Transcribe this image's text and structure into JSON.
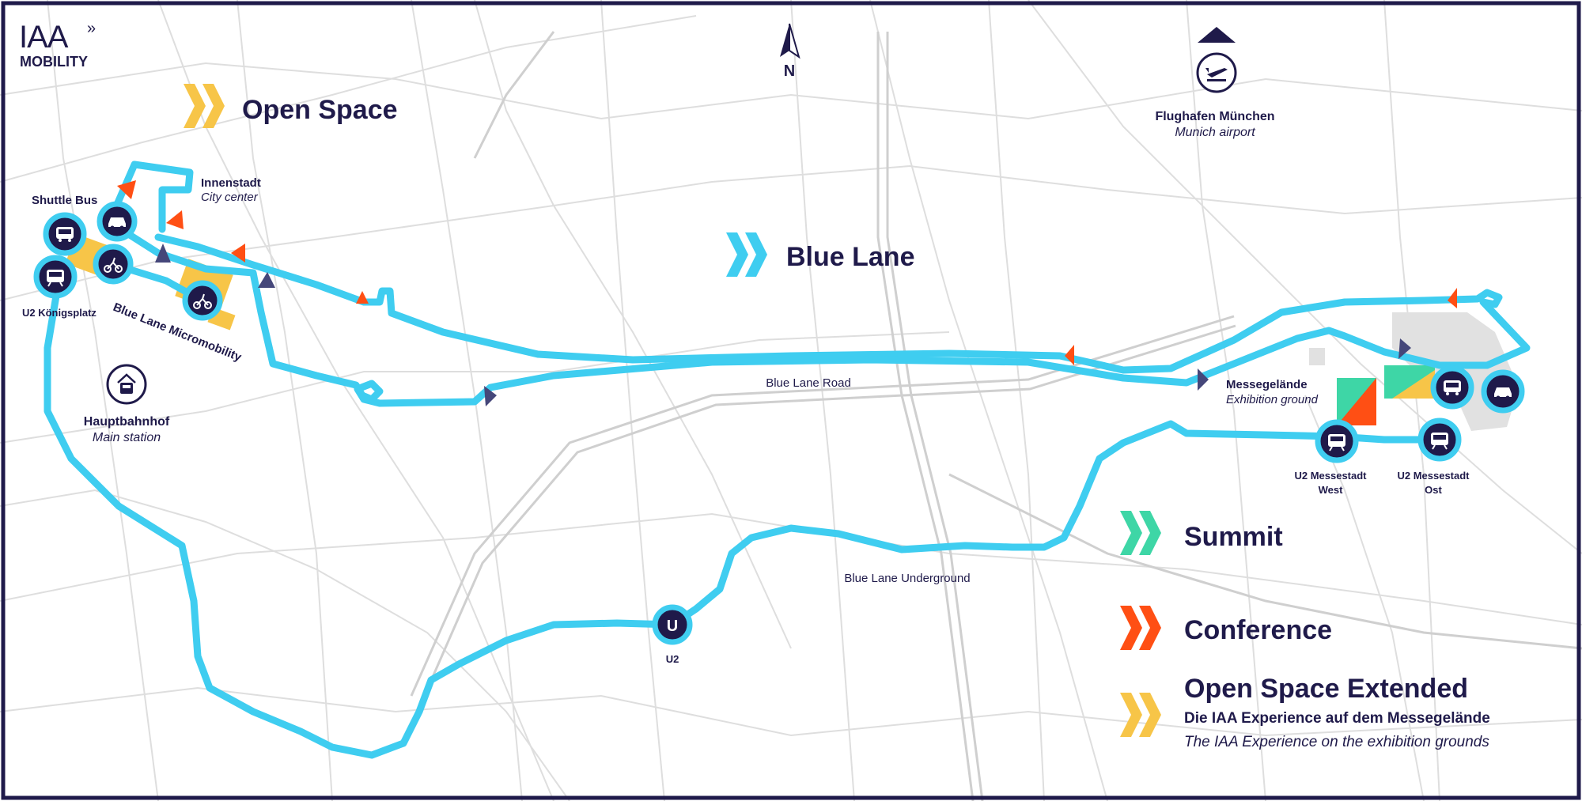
{
  "brand": {
    "logo_top": "IAA",
    "logo_bottom": "MOBILITY"
  },
  "compass": {
    "label": "N"
  },
  "airport": {
    "name": "Flughafen München",
    "name_en": "Munich airport"
  },
  "labels": {
    "innenstadt": "Innenstadt",
    "innenstadt_en": "City center",
    "shuttle_bus": "Shuttle Bus",
    "u2_koenigsplatz": "U2 Königsplatz",
    "micromobility": "Blue Lane Micromobility",
    "hauptbahnhof": "Hauptbahnhof",
    "hauptbahnhof_en": "Main station",
    "road": "Blue Lane Road",
    "underground": "Blue Lane Underground",
    "u2": "U2",
    "messe": "Messegelände",
    "messe_en": "Exhibition ground",
    "messestadt_west_1": "U2 Messestadt",
    "messestadt_west_2": "West",
    "messestadt_ost_1": "U2 Messestadt",
    "messestadt_ost_2": "Ost"
  },
  "legend": {
    "open_space": "Open Space",
    "blue_lane": "Blue Lane",
    "summit": "Summit",
    "conference": "Conference",
    "open_space_extended": "Open Space Extended",
    "extended_sub_de": "Die IAA Experience auf dem Messegelände",
    "extended_sub_en": "The IAA Experience on the exhibition grounds"
  },
  "icons": {
    "shuttle": "bus-icon",
    "car": "car-icon",
    "train": "train-icon",
    "bike": "scooter-icon",
    "station": "train-station-icon",
    "airplane": "airplane-icon",
    "subway": "u-bahn-icon",
    "compass": "compass-arrow-icon"
  },
  "colors": {
    "route": "#3fcdf0",
    "dark": "#1f1a4a",
    "open_space": "#f7c548",
    "blue_lane": "#3fcdf0",
    "summit": "#3ed6a6",
    "conference": "#ff4f14",
    "road_gray": "#dadada",
    "border": "#1f1a4a"
  }
}
